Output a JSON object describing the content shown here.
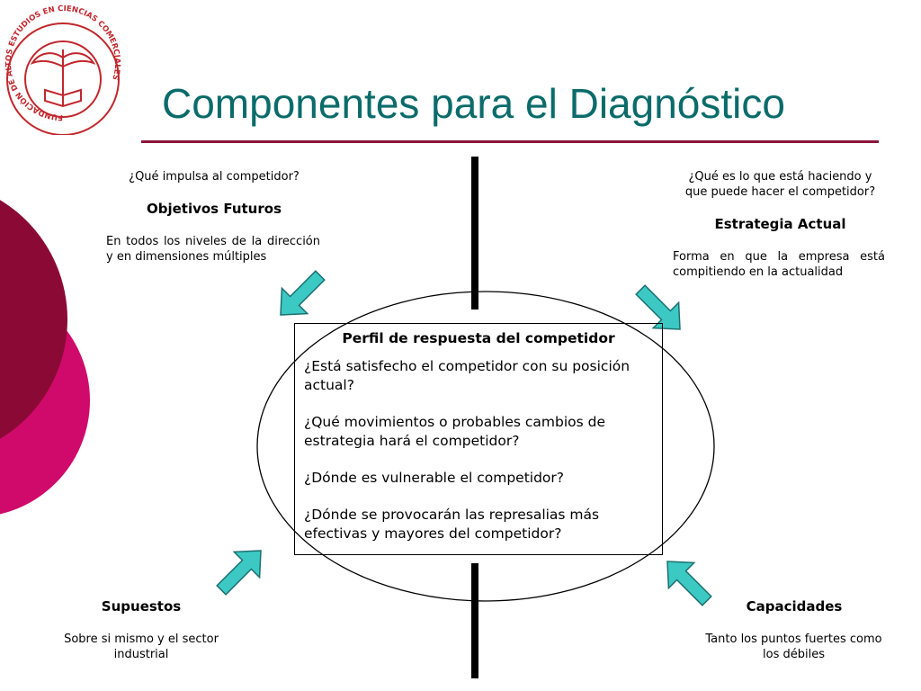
{
  "title": "Componentes para el Diagnóstico",
  "logo": {
    "ring_text": "FUNDACIÓN DE ALTOS ESTUDIOS EN CIENCIAS COMERCIALES",
    "color": "#c1272d"
  },
  "colors": {
    "title": "#0b6b6b",
    "rule": "#8b1538",
    "circle_dark": "#8b0a35",
    "circle_light": "#cf0a6a",
    "arrow_fill": "#3cc9c4",
    "arrow_stroke": "#1b6f6f"
  },
  "top_left": {
    "question": "¿Qué impulsa al competidor?",
    "heading": "Objetivos Futuros",
    "description": "En todos los niveles de la dirección y en dimensiones múltiples"
  },
  "top_right": {
    "question_line1": "¿Qué es lo que está haciendo y",
    "question_line2": "que puede hacer el competidor?",
    "heading": "Estrategia Actual",
    "description": "Forma en que la empresa está compitiendo en la actualidad"
  },
  "center": {
    "title": "Perfil de respuesta del competidor",
    "questions": [
      "¿Está satisfecho el competidor con su posición actual?",
      "¿Qué movimientos o probables cambios de estrategia hará el competidor?",
      "¿Dónde es vulnerable el competidor?",
      "¿Dónde se provocarán las represalias más efectivas y mayores del competidor?"
    ]
  },
  "bottom_left": {
    "heading": "Supuestos",
    "description_line1": "Sobre si mismo y el sector",
    "description_line2": "industrial"
  },
  "bottom_right": {
    "heading": "Capacidades",
    "description_line1": "Tanto los puntos fuertes como",
    "description_line2": "los débiles"
  }
}
